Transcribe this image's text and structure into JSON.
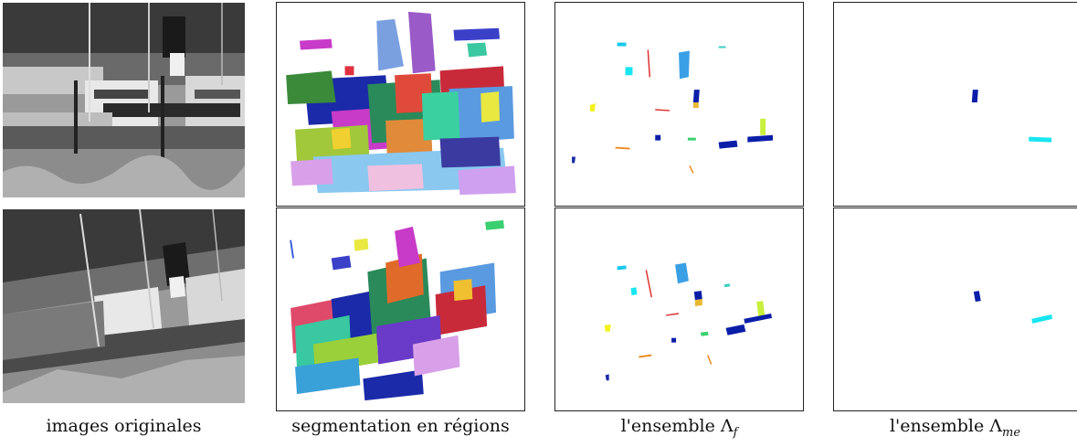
{
  "figure": {
    "columns": [
      {
        "id": "original",
        "caption": "images originales"
      },
      {
        "id": "segmentation",
        "caption": "segmentation en régions"
      },
      {
        "id": "lambda_f",
        "caption_prefix": "l'ensemble ",
        "caption_symbol": "Λ",
        "caption_subscript": "f"
      },
      {
        "id": "lambda_me",
        "caption_prefix": "l'ensemble ",
        "caption_symbol": "Λ",
        "caption_subscript": "me"
      }
    ],
    "rows": [
      {
        "id": "row-1",
        "variant": "original view"
      },
      {
        "id": "row-2",
        "variant": "rotated view"
      }
    ],
    "colors": {
      "frame": "#222222",
      "background": "#ffffff",
      "blue": "#0a1ea8",
      "cyan": "#19e6f0",
      "sky": "#3aa0e6",
      "yellow": "#f2f21a",
      "lime": "#c8f03a",
      "red": "#e03030",
      "orange": "#f08a1e",
      "green": "#3ad070",
      "magenta": "#d83cc8",
      "navy": "#1a2a8a",
      "purple": "#8a3ae0"
    }
  }
}
